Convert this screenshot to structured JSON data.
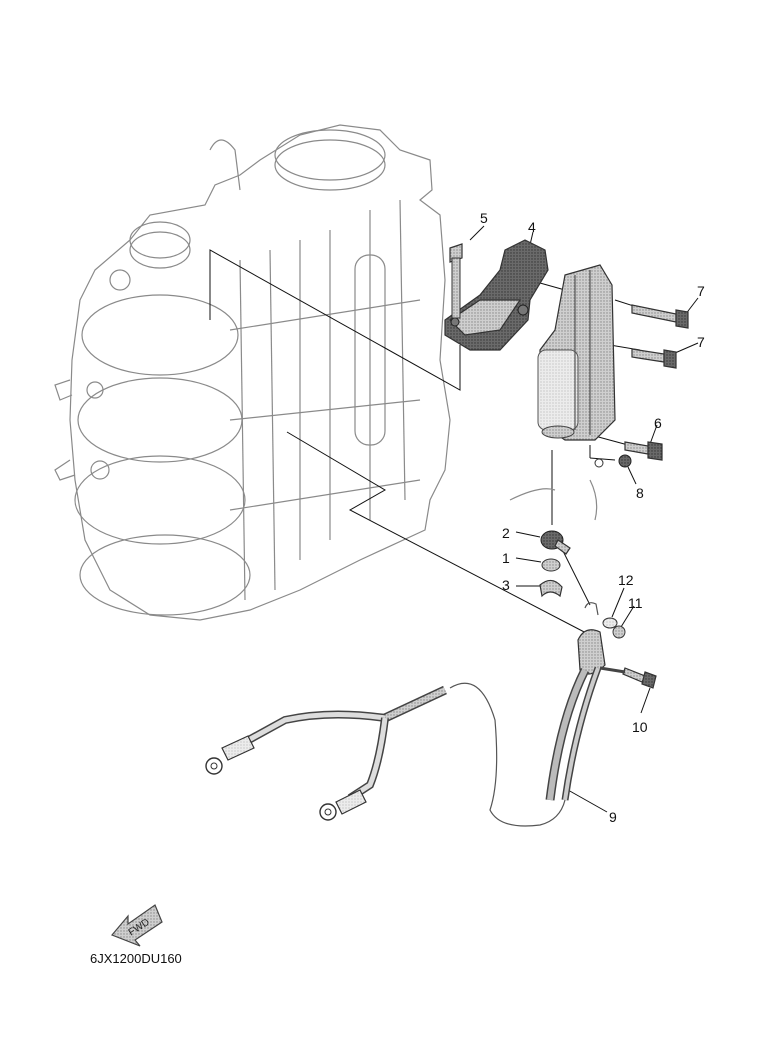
{
  "callouts": {
    "c1": "1",
    "c2": "2",
    "c3": "3",
    "c4": "4",
    "c5": "5",
    "c6": "6",
    "c7a": "7",
    "c7b": "7",
    "c8": "8",
    "c9": "9",
    "c10": "10",
    "c11": "11",
    "c12": "12"
  },
  "fwd_label": "FWD",
  "diagram_code": "6JX1200DU160",
  "colors": {
    "engine_fill": "#e6e6e6",
    "part_dark": "#555555",
    "part_light": "#d9d9d9",
    "line": "#111111"
  }
}
